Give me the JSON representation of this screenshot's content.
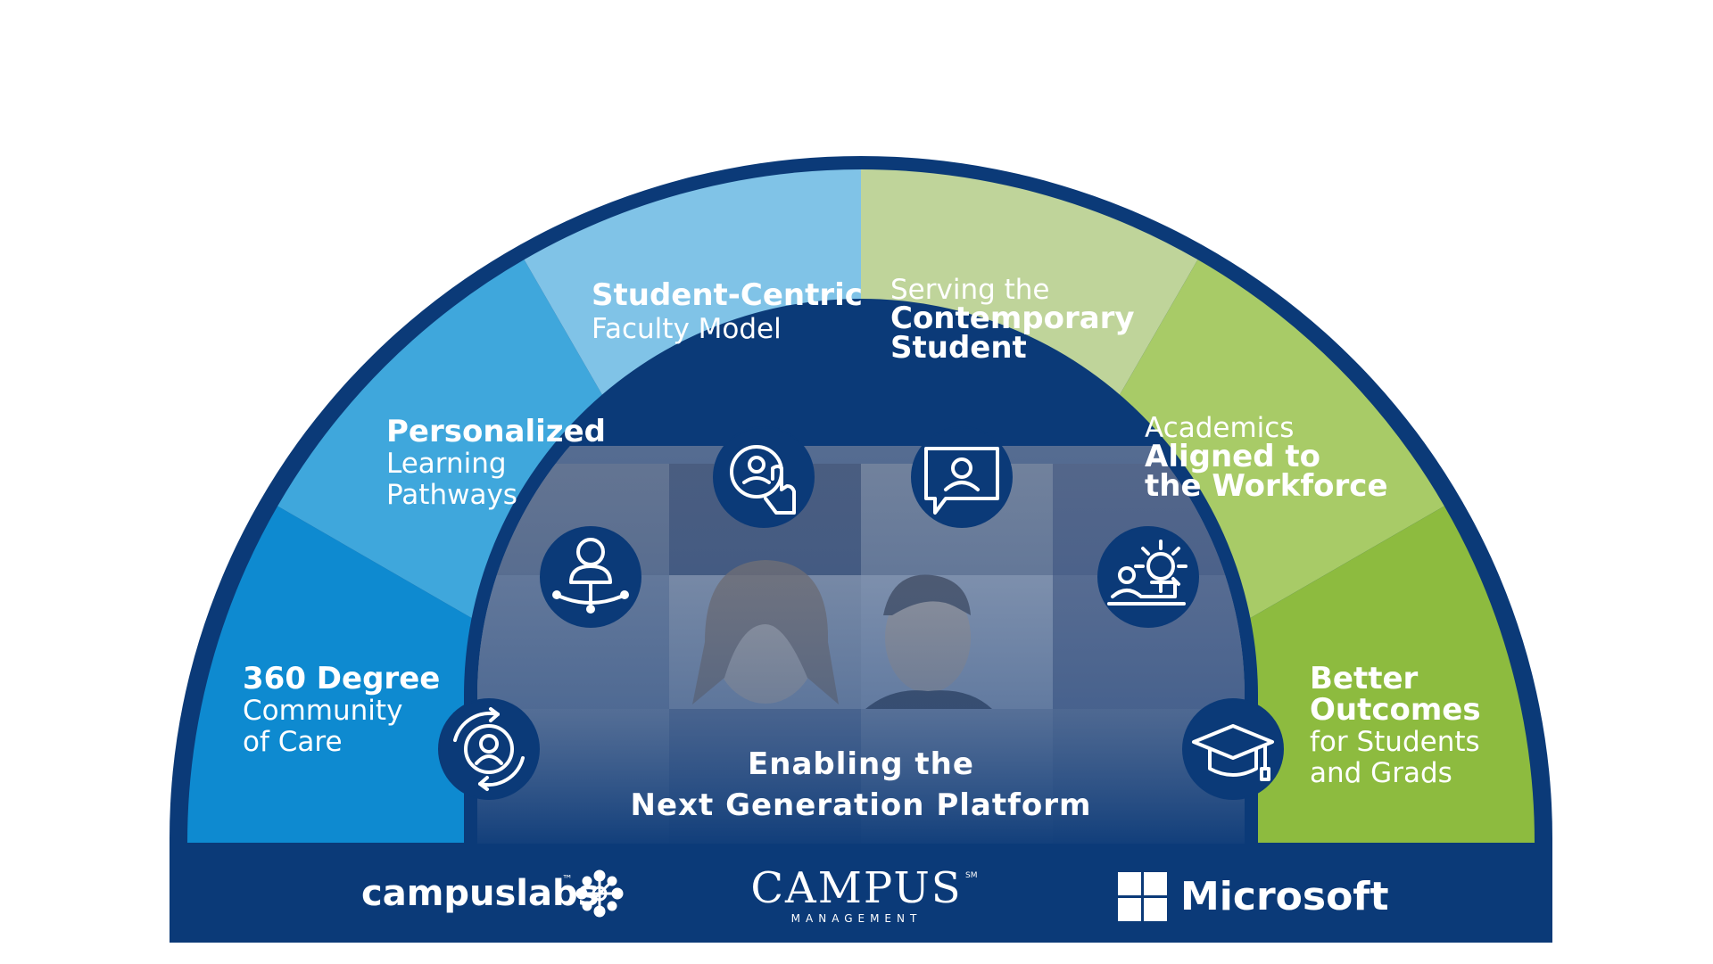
{
  "segments": [
    {
      "id": "community",
      "color": "#0e8ad0",
      "lines": [
        {
          "t": "360 Degree",
          "b": true
        },
        {
          "t": "Community",
          "b": false
        },
        {
          "t": "of Care",
          "b": false
        }
      ],
      "icon": "community-of-care-icon"
    },
    {
      "id": "personalized",
      "color": "#3fa7dc",
      "lines": [
        {
          "t": "Personalized",
          "b": true
        },
        {
          "t": "Learning",
          "b": false
        },
        {
          "t": "Pathways",
          "b": false
        }
      ],
      "icon": "learning-pathways-icon"
    },
    {
      "id": "faculty",
      "color": "#80c3e7",
      "lines": [
        {
          "t": "Student-Centric",
          "b": true
        },
        {
          "t": "Faculty Model",
          "b": false
        }
      ],
      "icon": "faculty-click-icon"
    },
    {
      "id": "contemporary",
      "color": "#bfd49a",
      "lines": [
        {
          "t": "Serving the",
          "b": false
        },
        {
          "t": "Contemporary",
          "b": true
        },
        {
          "t": "Student",
          "b": true
        }
      ],
      "icon": "student-chat-icon"
    },
    {
      "id": "workforce",
      "color": "#a8cb67",
      "lines": [
        {
          "t": "Academics",
          "b": false
        },
        {
          "t": "Aligned to",
          "b": true
        },
        {
          "t": "the Workforce",
          "b": true
        }
      ],
      "icon": "workforce-gear-icon"
    },
    {
      "id": "outcomes",
      "color": "#8dbb3f",
      "lines": [
        {
          "t": "Better",
          "b": true
        },
        {
          "t": "Outcomes",
          "b": true
        },
        {
          "t": "for Students",
          "b": false
        },
        {
          "t": "and Grads",
          "b": false
        }
      ],
      "icon": "graduation-cap-icon"
    }
  ],
  "platform": {
    "line1": "Enabling the",
    "line2": "Next Generation Platform"
  },
  "logos": {
    "campuslabs": "campuslabs",
    "campuslabs_mark": "™",
    "campus": "CAMPUS",
    "campus_sub": "MANAGEMENT",
    "campus_mark": "SM",
    "microsoft": "Microsoft"
  },
  "colors": {
    "navy": "#0b3a78",
    "photo_tint": "#3b5a8c"
  }
}
